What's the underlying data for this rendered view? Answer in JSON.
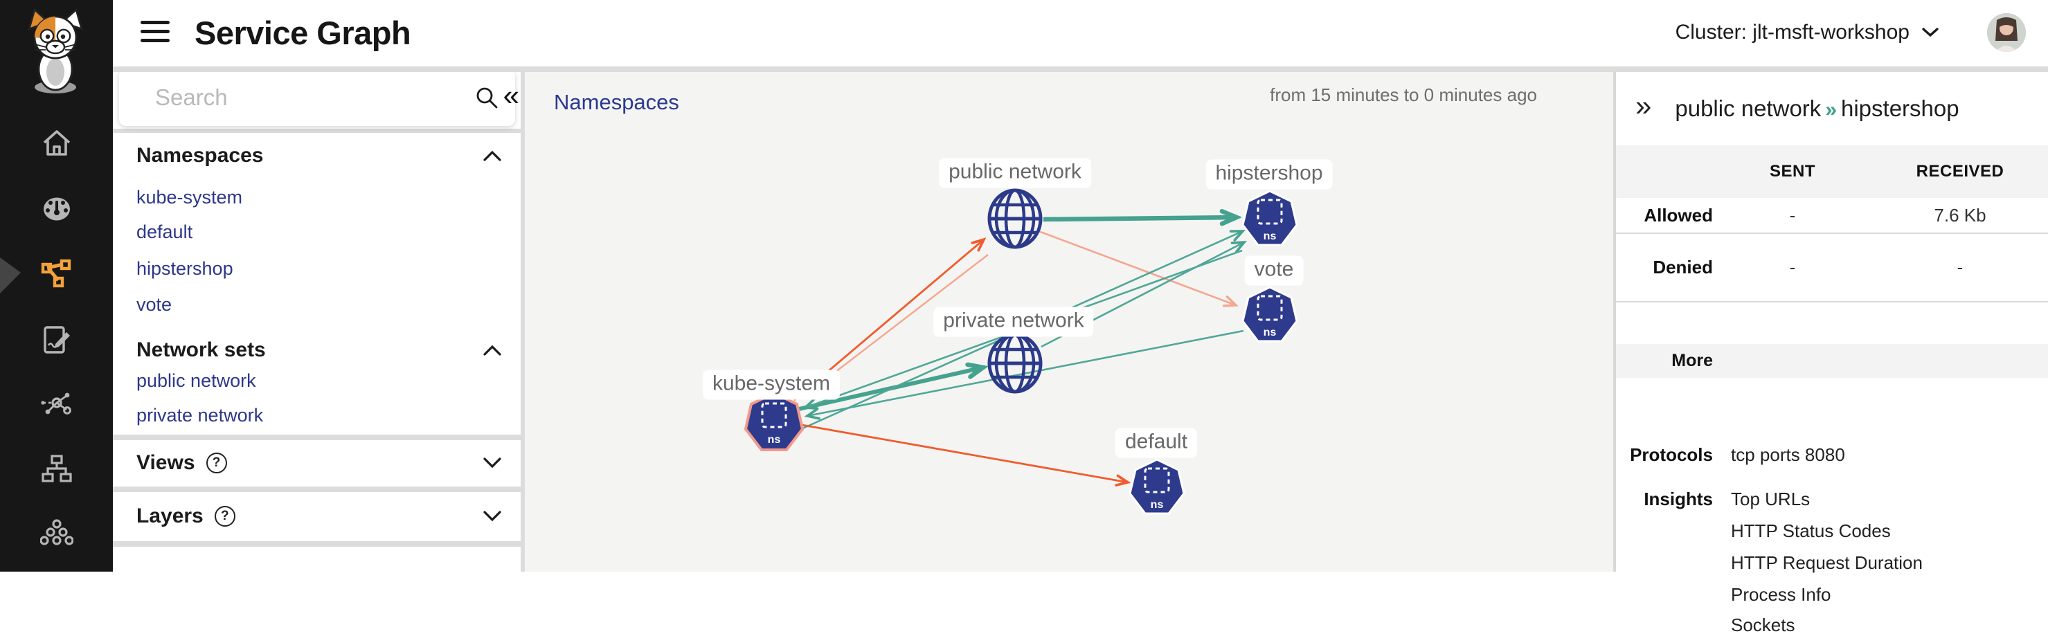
{
  "topbar": {
    "title": "Service Graph",
    "cluster_label": "Cluster: jlt-msft-workshop"
  },
  "sidebar": {
    "search_placeholder": "Search",
    "collapse_icon": "«",
    "namespaces": {
      "header": "Namespaces",
      "items": [
        "kube-system",
        "default",
        "hipstershop",
        "vote"
      ]
    },
    "network_sets": {
      "header": "Network sets",
      "items": [
        "public network",
        "private network"
      ]
    },
    "views": {
      "header": "Views",
      "help": "?"
    },
    "layers": {
      "header": "Layers",
      "help": "?"
    }
  },
  "canvas": {
    "view_label": "Namespaces",
    "time_range": "from 15 minutes to 0 minutes ago"
  },
  "graph": {
    "ns_badge": "ns",
    "nodes": [
      {
        "id": "public-network",
        "label": "public network",
        "type": "network"
      },
      {
        "id": "hipstershop",
        "label": "hipstershop",
        "type": "namespace"
      },
      {
        "id": "vote",
        "label": "vote",
        "type": "namespace"
      },
      {
        "id": "private-network",
        "label": "private network",
        "type": "network"
      },
      {
        "id": "kube-system",
        "label": "kube-system",
        "type": "namespace",
        "highlighted": true
      },
      {
        "id": "default",
        "label": "default",
        "type": "namespace"
      }
    ],
    "edges": [
      {
        "from": "public-network",
        "to": "hipstershop",
        "color": "teal",
        "weight": "thick"
      },
      {
        "from": "public-network",
        "to": "vote",
        "color": "salmon",
        "weight": "thin"
      },
      {
        "from": "kube-system",
        "to": "public-network",
        "color": "orange",
        "weight": "thin"
      },
      {
        "from": "public-network",
        "to": "kube-system",
        "color": "salmon",
        "weight": "thin"
      },
      {
        "from": "kube-system",
        "to": "private-network",
        "color": "teal",
        "weight": "thick"
      },
      {
        "from": "kube-system",
        "to": "hipstershop",
        "color": "teal",
        "weight": "thin"
      },
      {
        "from": "private-network",
        "to": "hipstershop",
        "color": "teal",
        "weight": "thin"
      },
      {
        "from": "hipstershop",
        "to": "kube-system",
        "color": "teal",
        "weight": "thin"
      },
      {
        "from": "vote",
        "to": "kube-system",
        "color": "teal",
        "weight": "thin"
      },
      {
        "from": "kube-system",
        "to": "default",
        "color": "orange",
        "weight": "thin"
      }
    ]
  },
  "details": {
    "collapse_icon": "»",
    "breadcrumb": {
      "source": "public network",
      "separator": "»",
      "target": "hipstershop"
    },
    "columns": {
      "sent": "SENT",
      "received": "RECEIVED"
    },
    "rows": [
      {
        "label": "Allowed",
        "sent": "-",
        "received": "7.6 Kb"
      },
      {
        "label": "Denied",
        "sent": "-",
        "received": "-"
      }
    ],
    "more_label": "More",
    "protocols": {
      "label": "Protocols",
      "value": "tcp ports 8080"
    },
    "insights": {
      "label": "Insights",
      "items": [
        "Top URLs",
        "HTTP Status Codes",
        "HTTP Request Duration",
        "Process Info",
        "Sockets"
      ]
    }
  },
  "colors": {
    "teal": "#45a28e",
    "orange": "#f15b2d",
    "salmon": "#f5a68e",
    "node_indigo": "#2e3a8c",
    "active_nav_orange": "#f3a23a",
    "selected_node_outline": "#f2998c"
  }
}
